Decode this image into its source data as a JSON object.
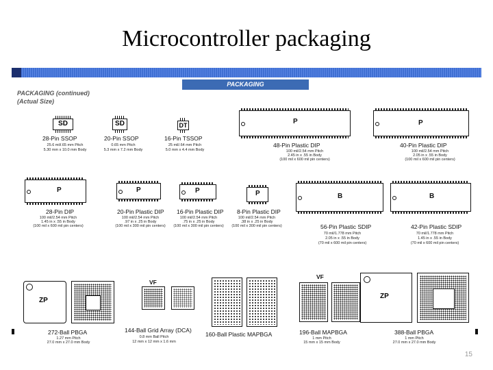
{
  "slide": {
    "title": "Microcontroller packaging",
    "banner": "PACKAGING",
    "heading_line1": "PACKAGING (continued)",
    "heading_line2": "(Actual Size)",
    "page_number": "15"
  },
  "packages": {
    "ssop28": {
      "mark": "SD",
      "name": "28-Pin SSOP",
      "spec1": "25.6 mil/.65 mm Pitch",
      "spec2": "5.30 mm x 10.0 mm Body"
    },
    "ssop20": {
      "mark": "SD",
      "name": "20-Pin SSOP",
      "spec1": "0.65 mm Pitch",
      "spec2": "5.3 mm x 7.2 mm Body"
    },
    "tssop16": {
      "mark": "DT",
      "name": "16-Pin TSSOP",
      "spec1": "25 mil/.64 mm Pitch",
      "spec2": "5.0 mm x 4.4 mm Body"
    },
    "dip48": {
      "mark": "P",
      "name": "48-Pin Plastic DIP",
      "spec1": "100 mil/2.54 mm Pitch",
      "spec2": "2.45 in x .55 in Body",
      "spec3": "(100 mil x 600 mil pin centers)"
    },
    "dip40": {
      "mark": "P",
      "name": "40-Pin Plastic DIP",
      "spec1": "100 mil/2.54 mm Pitch",
      "spec2": "2.05 in x .55 in Body",
      "spec3": "(100 mil x 600 mil pin centers)"
    },
    "dip28": {
      "mark": "P",
      "name": "28-Pin DIP",
      "spec1": "100 mil/2.54 mm Pitch",
      "spec2": "1.45 in x .55 in Body",
      "spec3": "(100 mil x 600 mil pin centers)"
    },
    "dip20": {
      "mark": "P",
      "name": "20-Pin Plastic DIP",
      "spec1": "100 mil/2.54 mm Pitch",
      "spec2": ".97 in x .25 in Body",
      "spec3": "(100 mil x 300 mil pin centers)"
    },
    "dip16": {
      "mark": "P",
      "name": "16-Pin Plastic DIP",
      "spec1": "100 mil/2.54 mm Pitch",
      "spec2": ".75 in x .25 in Body",
      "spec3": "(100 mil x 300 mil pin centers)"
    },
    "dip8": {
      "mark": "P",
      "name": "8-Pin Plastic DIP",
      "spec1": "100 mil/2.54 mm Pitch",
      "spec2": ".38 in x .25 in Body",
      "spec3": "(100 mil x 300 mil pin centers)"
    },
    "sdip56": {
      "mark": "B",
      "name": "56-Pin Plastic SDIP",
      "spec1": "70 mil/1.778 mm Pitch",
      "spec2": "2.05 in x .55 in Body",
      "spec3": "(70 mil x 600 mil pin centers)"
    },
    "sdip42": {
      "mark": "B",
      "name": "42-Pin Plastic SDIP",
      "spec1": "70 mil/1.778 mm Pitch",
      "spec2": "1.45 in x .55 in Body",
      "spec3": "(70 mil x 600 mil pin centers)"
    },
    "pbga272": {
      "mark": "ZP",
      "name": "272-Ball PBGA",
      "spec1": "1.27 mm Pitch",
      "spec2": "27.0 mm x 27.0 mm Body"
    },
    "dca144": {
      "mark": "VF",
      "name": "144-Ball Grid Array (DCA)",
      "spec1": "0.8 mm Ball Pitch",
      "spec2": "12 mm x 12 mm x 1.6 mm"
    },
    "mapbga160": {
      "name": "160-Ball Plastic MAPBGA"
    },
    "mapbga196": {
      "mark": "VF",
      "name": "196-Ball MAPBGA",
      "spec1": "1 mm Pitch",
      "spec2": "15 mm x 15 mm Body"
    },
    "pbga388": {
      "mark": "ZP",
      "name": "388-Ball PBGA",
      "spec1": "1 mm Pitch",
      "spec2": "27.0 mm x 27.0 mm Body"
    }
  },
  "colors": {
    "rule": "#3f6fd2",
    "banner": "#3c6bb4"
  }
}
